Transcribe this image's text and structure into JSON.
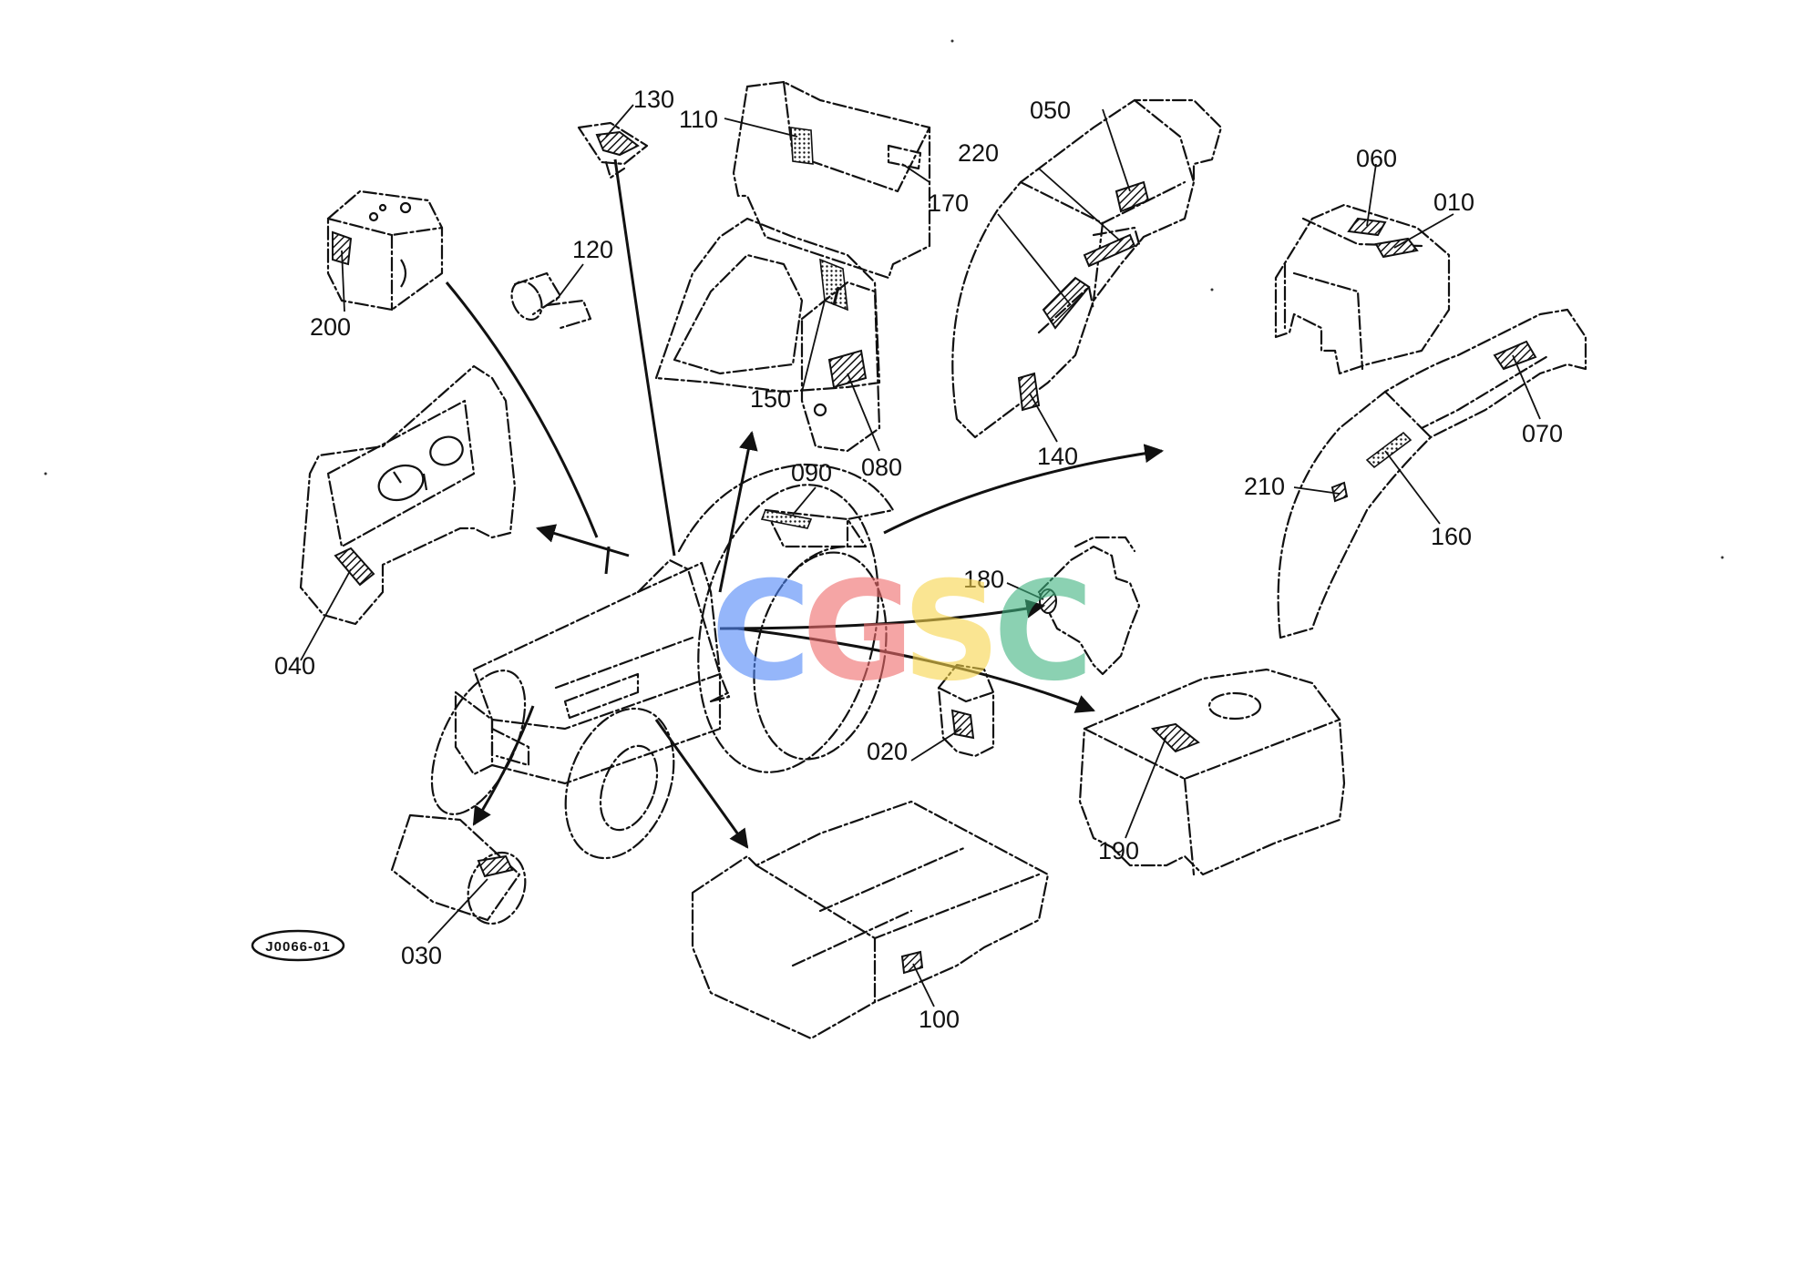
{
  "diagram": {
    "reference_code": "J0066-01",
    "watermark": [
      "C",
      "G",
      "S",
      "C"
    ],
    "watermark_colors": [
      "#4f86f7",
      "#f06b6b",
      "#f7d54a",
      "#3fb37f"
    ],
    "callouts": {
      "c010": "010",
      "c020": "020",
      "c030": "030",
      "c040": "040",
      "c050": "050",
      "c060": "060",
      "c070": "070",
      "c080": "080",
      "c090": "090",
      "c100": "100",
      "c110": "110",
      "c120": "120",
      "c130": "130",
      "c140": "140",
      "c150": "150",
      "c160": "160",
      "c170": "170",
      "c180": "180",
      "c190": "190",
      "c200": "200",
      "c210": "210",
      "c220": "220"
    }
  }
}
